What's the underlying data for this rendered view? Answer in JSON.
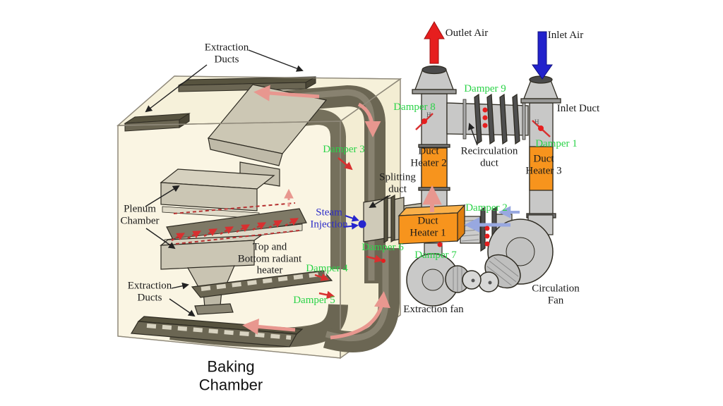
{
  "figure": {
    "description": "3D cutaway diagram of a baking oven airflow system with baking chamber, ducts, dampers, heaters and fans"
  },
  "colors": {
    "damper_label_green": "#2bd348",
    "steam_label_blue": "#2b2bc8",
    "outlet_arrow_red": "#e61e1e",
    "inlet_arrow_blue": "#2222cc",
    "heater_orange": "#f7941d",
    "flow_arrow_salmon": "#e8978f",
    "duct_dark_olive": "#6b6653",
    "duct_light_gray": "#c8c8c7",
    "chamber_beige": "#f8f3de"
  },
  "labels": {
    "extraction_ducts_top": "Extraction\nDucts",
    "outlet_air": "Outlet Air",
    "inlet_air": "Inlet Air",
    "damper_9": "Damper 9",
    "damper_8": "Damper 8",
    "inlet_duct": "Inlet Duct",
    "damper_1": "Damper 1",
    "duct_heater_2": "Duct\nHeater 2",
    "recirculation_duct": "Recirculation\nduct",
    "duct_heater_3": "Duct\nHeater 3",
    "damper_3": "Damper 3",
    "splitting_duct": "Splitting\nduct",
    "plenum_chamber": "Plenum\nChamber",
    "steam_injection": "Steam\nInjection",
    "duct_heater_1": "Duct\nHeater 1",
    "damper_2": "Damper 2",
    "radiant_heater": "Top and\nBottom radiant\nheater",
    "damper_6": "Damper 6",
    "damper_7": "Damper 7",
    "damper_4": "Damper 4",
    "extraction_ducts_bottom": "Extraction\nDucts",
    "damper_5": "Damper 5",
    "extraction_fan": "Extraction fan",
    "circulation_fan": "Circulation\nFan",
    "baking_chamber": "Baking\nChamber"
  }
}
